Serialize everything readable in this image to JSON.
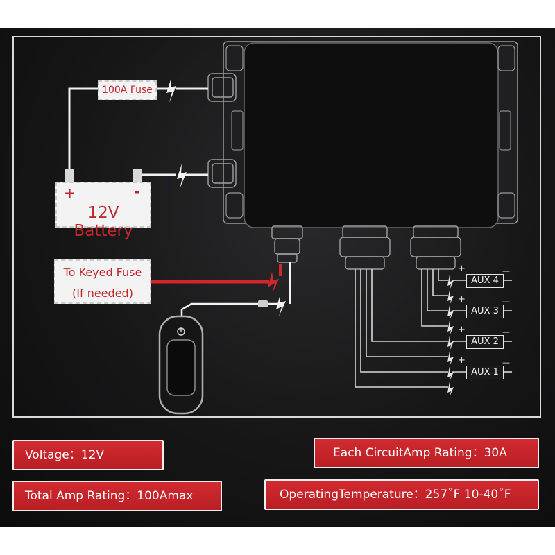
{
  "labels": {
    "fuse": "100A Fuse",
    "battery_plus": "+",
    "battery_minus": "-",
    "battery_name": "12V Battery",
    "keyed_line1": "To Keyed Fuse",
    "keyed_line2": "(If needed)"
  },
  "aux_outputs": [
    "AUX 4",
    "AUX 3",
    "AUX 2",
    "AUX 1"
  ],
  "polarity": {
    "plus": "+",
    "minus": "—"
  },
  "specs": {
    "voltage": "Voltage：12V",
    "total_amp": "Total Amp Rating：100Amax",
    "circuit_amp": "Each CircuitAmp Rating：30A",
    "temperature": "OperatingTemperature：257˚F 10-40˚F"
  },
  "colors": {
    "accent_red": "#c1272d",
    "spec_red": "#c8242a",
    "wire_white": "#f2f2f2",
    "box_black": "#0e0e0f"
  }
}
